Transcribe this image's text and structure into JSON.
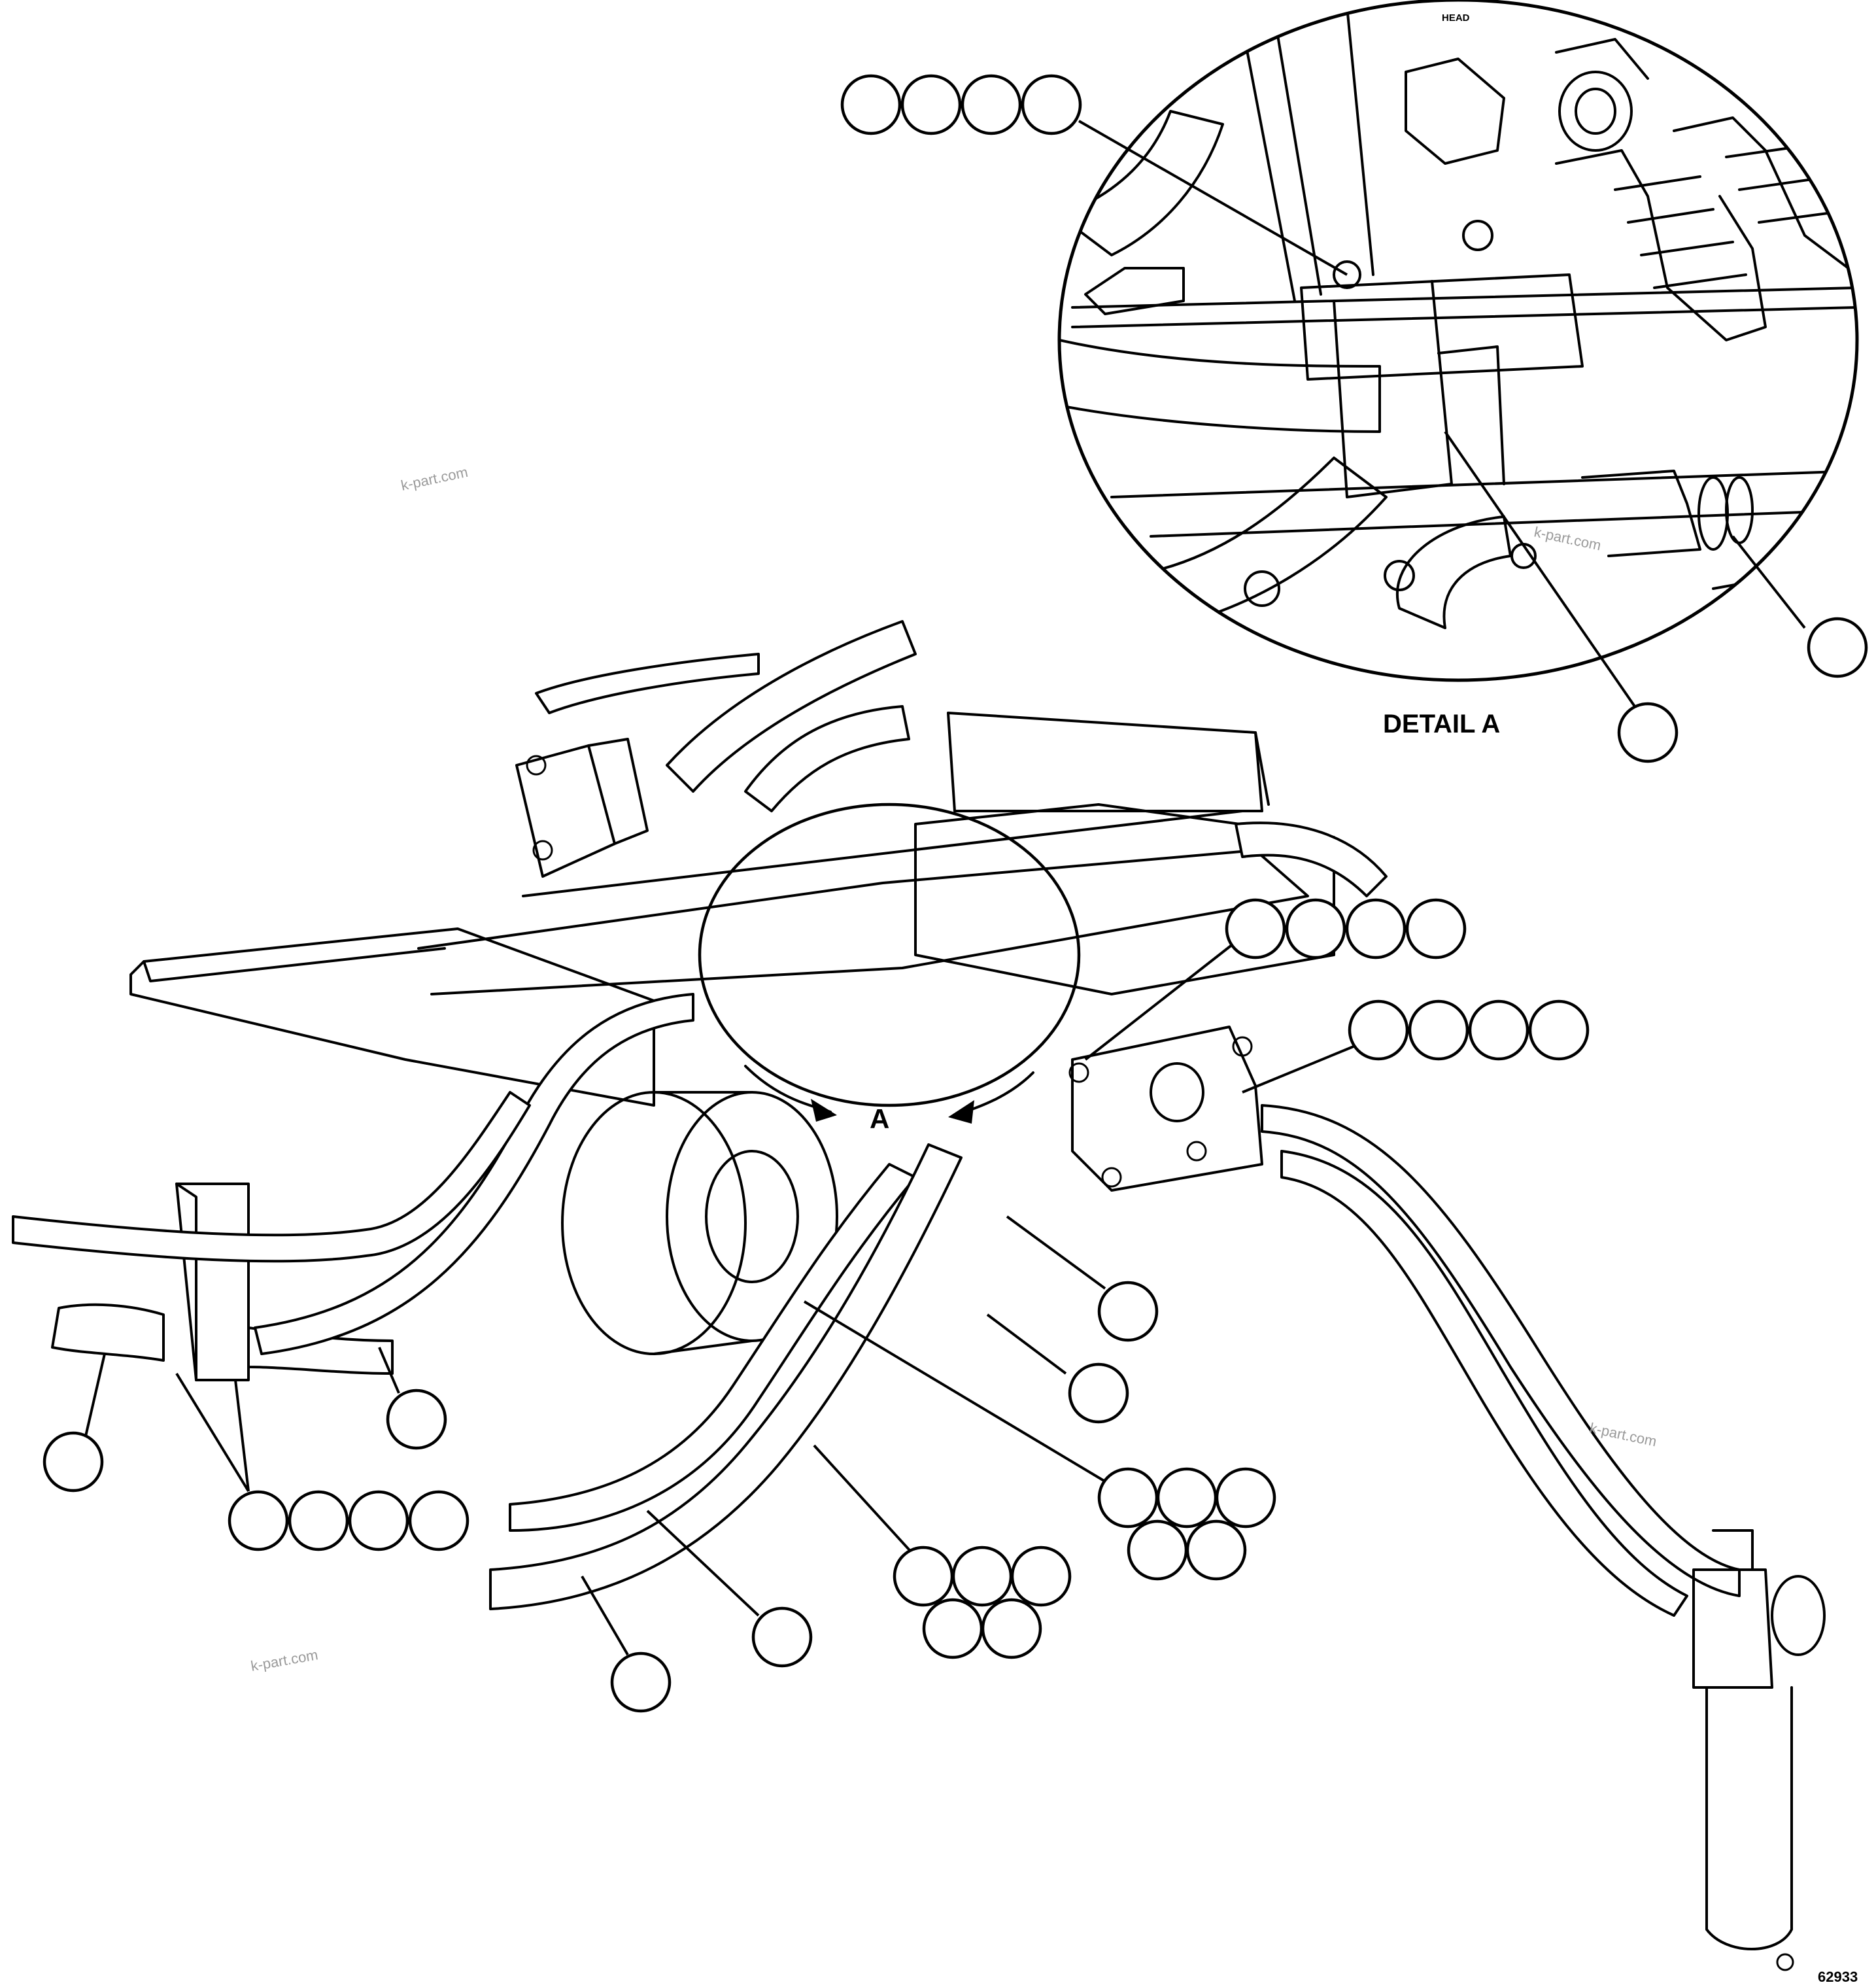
{
  "diagram": {
    "detail_label": "DETAIL A",
    "view_marker": "A",
    "small_label": "HEAD",
    "figure_number": "62933",
    "watermarks": [
      "k-part.com",
      "k-part.com",
      "k-part.com",
      "k-part.com"
    ],
    "callout_groups": [
      {
        "id": "g-detail-top",
        "balloons": 4
      },
      {
        "id": "g-detail-right",
        "balloons": 1
      },
      {
        "id": "g-detail-bottom",
        "balloons": 1
      },
      {
        "id": "g-mid-right-a",
        "balloons": 4
      },
      {
        "id": "g-mid-right-b",
        "balloons": 4
      },
      {
        "id": "g-center-single",
        "balloons": 1
      },
      {
        "id": "g-center-lower",
        "balloons": 1
      },
      {
        "id": "g-left-single",
        "balloons": 1
      },
      {
        "id": "g-left-hose",
        "balloons": 1
      },
      {
        "id": "g-left-row",
        "balloons": 4
      },
      {
        "id": "g-center-cluster",
        "balloons": 5
      },
      {
        "id": "g-lower-cluster",
        "balloons": 5
      },
      {
        "id": "g-lower-hose-a",
        "balloons": 1
      },
      {
        "id": "g-lower-hose-b",
        "balloons": 1
      }
    ]
  }
}
